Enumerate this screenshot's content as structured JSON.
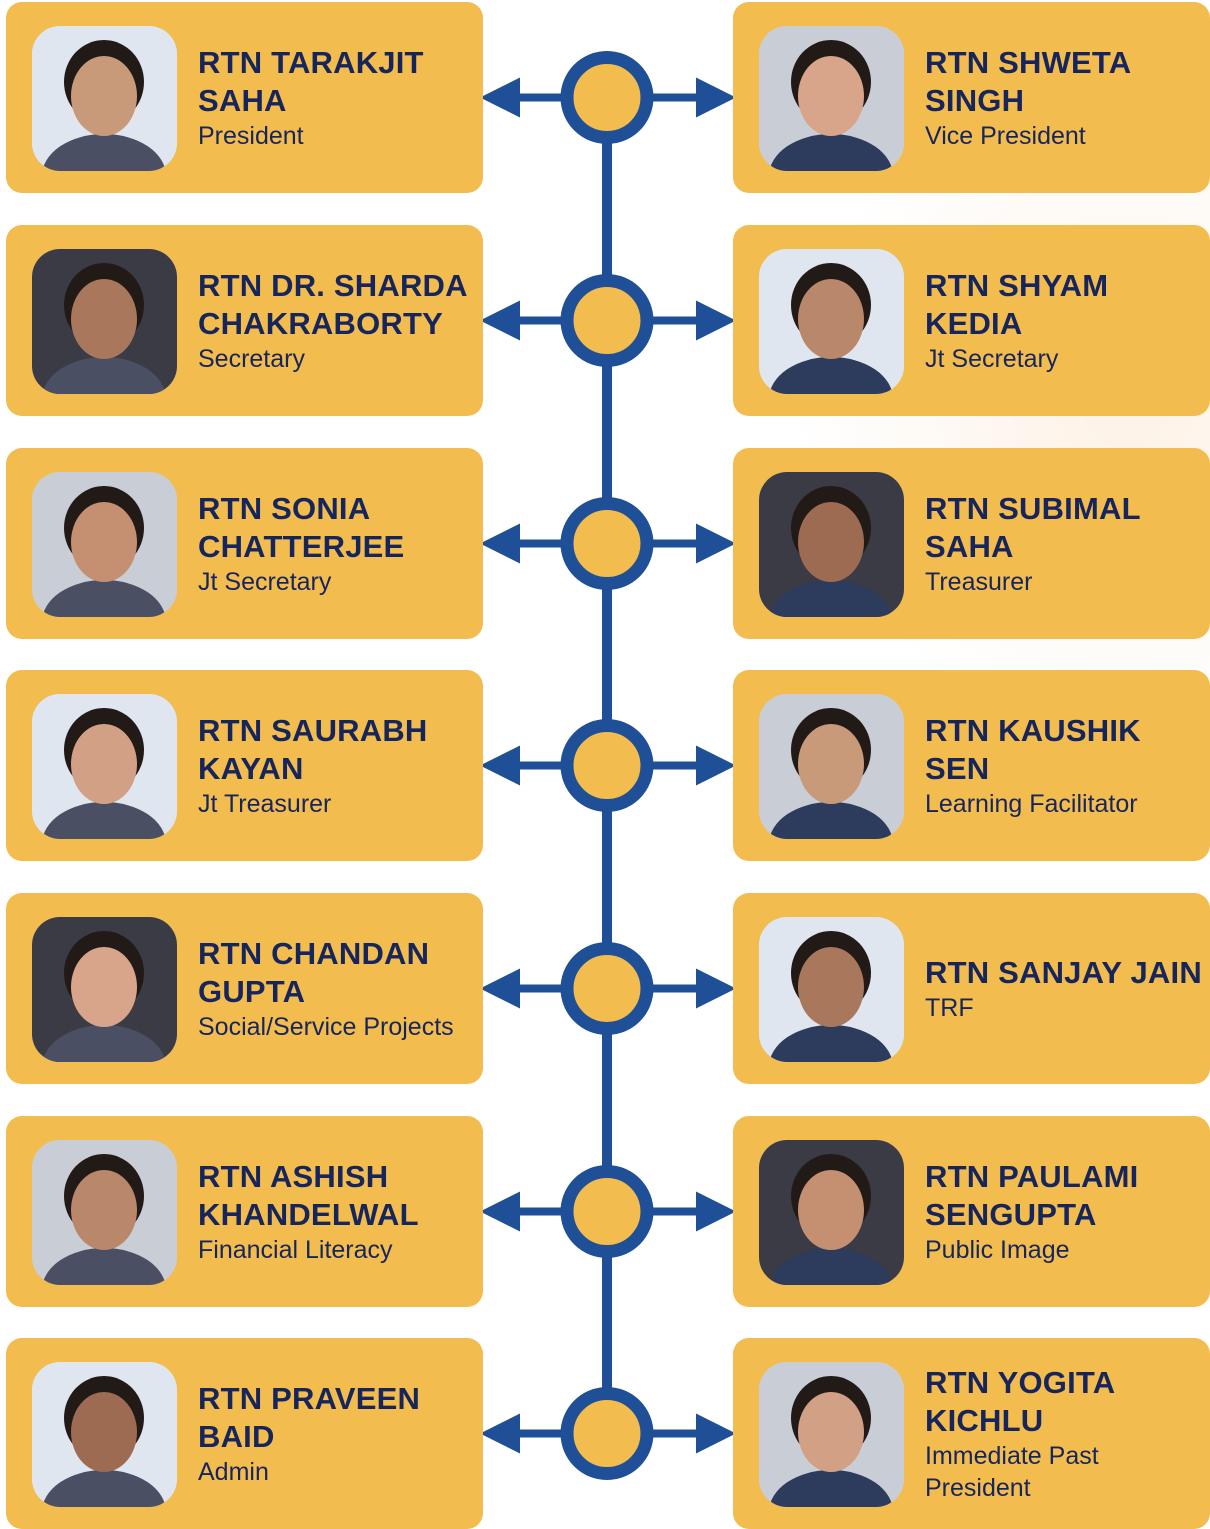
{
  "colors": {
    "card": "#f2bc4e",
    "text": "#17255d",
    "line": "#1f4f96",
    "node_fill": "#f2bc4e"
  },
  "rows": [
    {
      "left": {
        "name": "RTN TARAKJIT SAHA",
        "role": "President"
      },
      "right": {
        "name": "RTN SHWETA SINGH",
        "role": "Vice President"
      }
    },
    {
      "left": {
        "name": "RTN DR. SHARDA CHAKRABORTY",
        "role": "Secretary"
      },
      "right": {
        "name": "RTN SHYAM KEDIA",
        "role": "Jt Secretary"
      }
    },
    {
      "left": {
        "name": "RTN SONIA CHATTERJEE",
        "role": "Jt Secretary"
      },
      "right": {
        "name": "RTN SUBIMAL SAHA",
        "role": "Treasurer"
      }
    },
    {
      "left": {
        "name": "RTN SAURABH KAYAN",
        "role": "Jt Treasurer"
      },
      "right": {
        "name": "RTN KAUSHIK SEN",
        "role": "Learning Facilitator"
      }
    },
    {
      "left": {
        "name": "RTN CHANDAN GUPTA",
        "role": "Social/Service Projects"
      },
      "right": {
        "name": "RTN SANJAY JAIN",
        "role": "TRF"
      }
    },
    {
      "left": {
        "name": "RTN ASHISH KHANDELWAL",
        "role": "Financial Literacy"
      },
      "right": {
        "name": "RTN PAULAMI SENGUPTA",
        "role": "Public Image"
      }
    },
    {
      "left": {
        "name": "RTN PRAVEEN BAID",
        "role": "Admin"
      },
      "right": {
        "name": "RTN YOGITA KICHLU",
        "role": "Immediate Past President"
      }
    }
  ]
}
